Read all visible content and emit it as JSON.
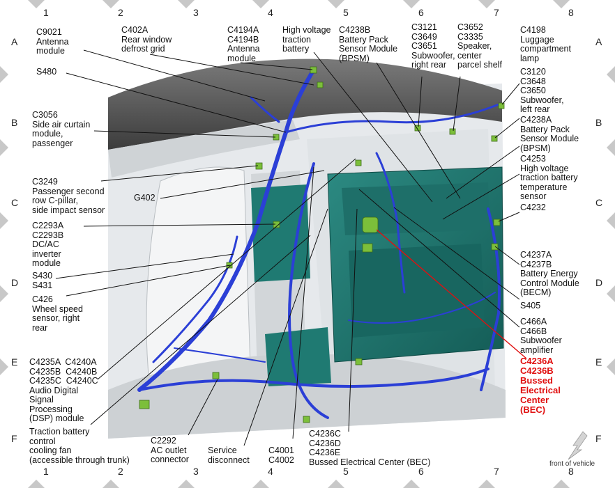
{
  "grid": {
    "columns": [
      "1",
      "2",
      "3",
      "4",
      "5",
      "6",
      "7",
      "8"
    ],
    "rows": [
      "A",
      "B",
      "C",
      "D",
      "E",
      "F"
    ]
  },
  "callouts": {
    "c9021": "C9021\nAntenna\nmodule",
    "c402a": "C402A\nRear window\ndefrost grid",
    "c4194": "C4194A\nC4194B\nAntenna\nmodule",
    "hv_battery": "High voltage\ntraction\nbattery",
    "c4238b": "C4238B\nBattery Pack\nSensor Module\n(BPSM)",
    "c3121": "C3121\nC3649\nC3651\nSubwoofer,\nright rear",
    "c3652": "C3652\nC3335\nSpeaker,\ncenter\nparcel shelf",
    "c4198": "C4198\nLuggage\ncompartment\nlamp",
    "s480": "S480",
    "c3120": "C3120\nC3648\nC3650\nSubwoofer,\nleft rear",
    "c3056": "C3056\nSide air curtain\nmodule,\npassenger",
    "c4238a": "C4238A\nBattery Pack\nSensor Module\n(BPSM)",
    "c4253": "C4253\nHigh voltage\ntraction battery\ntemperature\nsensor",
    "c3249": "C3249\nPassenger second\nrow C-pillar,\nside impact sensor",
    "g402": "G402",
    "c4232": "C4232",
    "c2293": "C2293A\nC2293B\nDC/AC\ninverter\nmodule",
    "c4237": "C4237A\nC4237B\nBattery Energy\nControl Module\n(BECM)",
    "s430": "S430\nS431",
    "s405": "S405",
    "c426": "C426\nWheel speed\nsensor, right\nrear",
    "c466": "C466A\nC466B\nSubwoofer\namplifier",
    "c4236ab": "C4236A\nC4236B\nBussed\nElectrical\nCenter\n(BEC)",
    "c4235": "C4235A  C4240A\nC4235B  C4240B\nC4235C  C4240C\nAudio Digital\nSignal\nProcessing\n(DSP) module",
    "traction_fan": "Traction battery\ncontrol\ncooling fan\n(accessible through trunk)",
    "c2292": "C2292\nAC outlet\nconnector",
    "service": "Service\ndisconnect",
    "c4001": "C4001\nC4002",
    "c4236ce": "C4236C\nC4236D\nC4236E\nBussed Electrical Center (BEC)"
  },
  "front_of_vehicle": "front of vehicle",
  "colors": {
    "highlight": "#e01010",
    "harness": "#2b3fd6",
    "battery": "#1f7a72",
    "body": "#e9ecef",
    "roof": "#5a5a5a"
  },
  "icons": {
    "front_arrow": "arrow-icon"
  }
}
